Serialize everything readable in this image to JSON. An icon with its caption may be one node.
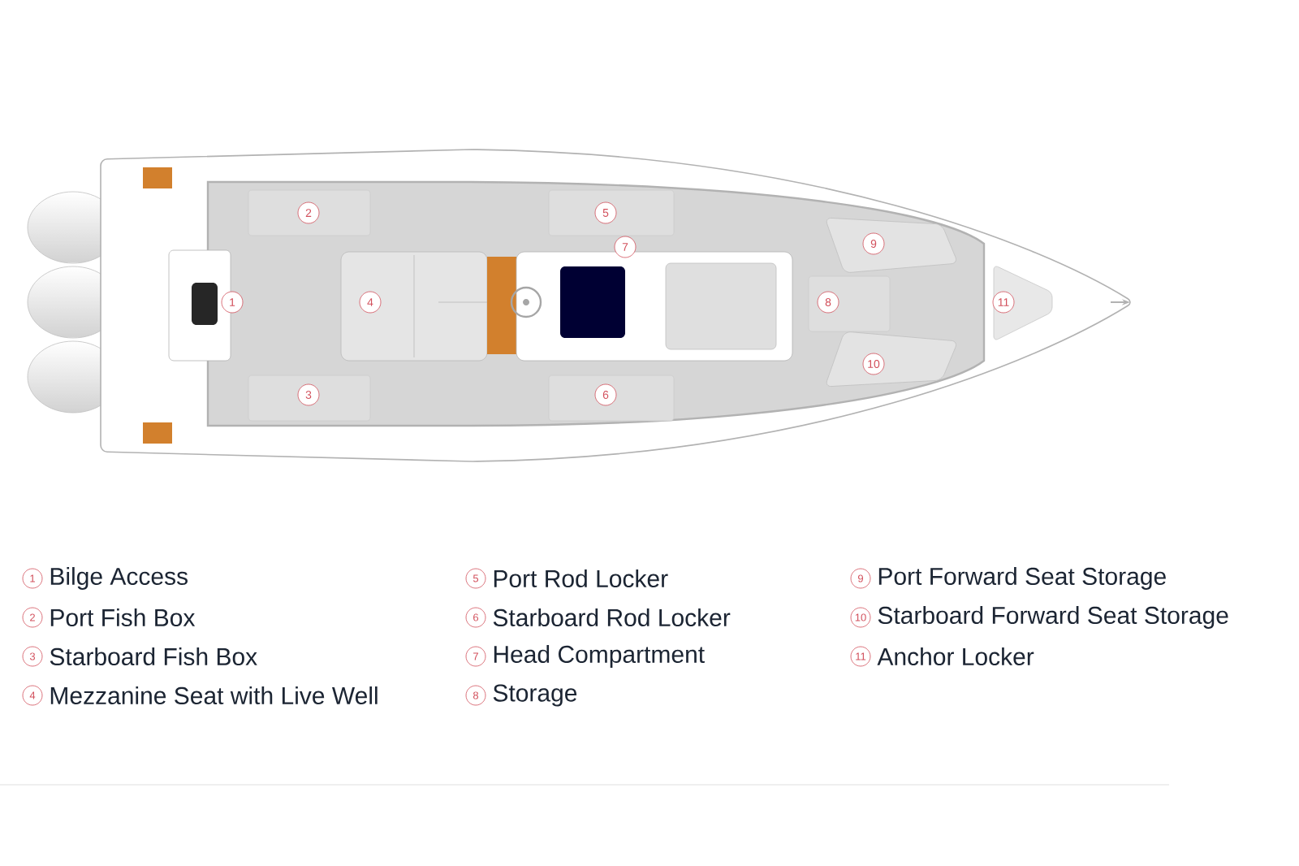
{
  "diagram": {
    "labels": [
      "1",
      "2",
      "3",
      "4",
      "5",
      "6",
      "7",
      "8",
      "9",
      "10",
      "11",
      "1",
      "Bilge Access",
      "2",
      "Port Fish Box",
      "3",
      "Starboard Fish Box",
      "4",
      "Mezzanine Seat with Live Well",
      "5",
      "Port Rod Locker",
      "6",
      "Starboard Rod Locker",
      "7",
      "Head Compartment",
      "8",
      "Storage",
      "9",
      "Port Forward Seat Storage",
      "10",
      "Starboard Forward Seat Storage",
      "11",
      "Anchor Locker"
    ]
  }
}
